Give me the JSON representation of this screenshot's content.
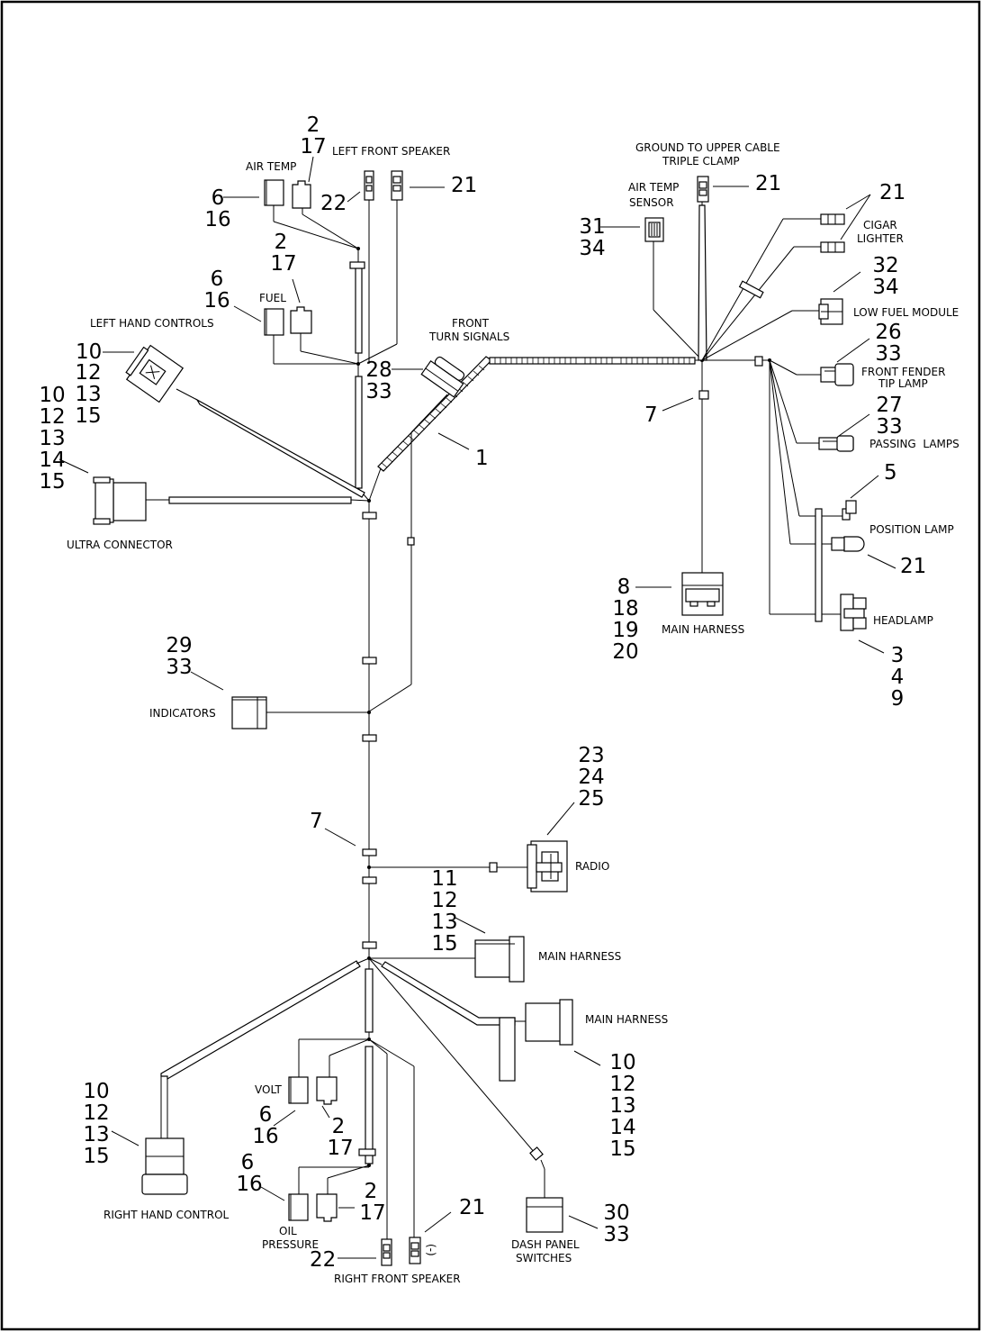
{
  "labels": {
    "left_front_speaker": "LEFT FRONT SPEAKER",
    "air_temp": "AIR TEMP",
    "fuel": "FUEL",
    "left_hand_controls": "LEFT HAND CONTROLS",
    "front_turn_signals_1": "FRONT",
    "front_turn_signals_2": "TURN SIGNALS",
    "ultra_connector": "ULTRA CONNECTOR",
    "indicators": "INDICATORS",
    "ground_1": "GROUND TO UPPER CABLE",
    "ground_2": "TRIPLE CLAMP",
    "air_temp_sensor_1": "AIR TEMP",
    "air_temp_sensor_2": "SENSOR",
    "cigar_1": "CIGAR",
    "cigar_2": "LIGHTER",
    "low_fuel": "LOW FUEL MODULE",
    "front_fender_1": "FRONT FENDER",
    "front_fender_2": "TIP LAMP",
    "passing_lamps": "PASSING  LAMPS",
    "position_lamp": "POSITION LAMP",
    "headlamp": "HEADLAMP",
    "main_harness_top": "MAIN HARNESS",
    "radio": "RADIO",
    "main_harness_mid": "MAIN HARNESS",
    "main_harness_low": "MAIN HARNESS",
    "right_hand_control": "RIGHT HAND CONTROL",
    "volt": "VOLT",
    "oil_1": "OIL",
    "oil_2": "PRESSURE",
    "right_front_speaker": "RIGHT FRONT SPEAKER",
    "dash_1": "DASH PANEL",
    "dash_2": "SWITCHES",
    "minus": "(-)"
  },
  "callouts": {
    "air_temp_conn": [
      "2",
      "17"
    ],
    "air_temp_term": [
      "6",
      "16"
    ],
    "lfs_term": "22",
    "lfs_right": "21",
    "fuel_conn": [
      "2",
      "17"
    ],
    "fuel_term": [
      "6",
      "16"
    ],
    "lhc_a": "10",
    "lhc_b": [
      "12",
      "13",
      "15"
    ],
    "lhc_c": [
      "10",
      "12",
      "13",
      "14",
      "15"
    ],
    "turn_sig": [
      "28",
      "33"
    ],
    "main_trunk": "1",
    "indicators": [
      "29",
      "33"
    ],
    "clip_left": "7",
    "ats": [
      "31",
      "34"
    ],
    "ground": "21",
    "cigar": "21",
    "low_fuel": [
      "32",
      "34"
    ],
    "fender": [
      "26",
      "33"
    ],
    "passing": [
      "27",
      "33"
    ],
    "position_top": "5",
    "position_bot": "21",
    "headlamp": [
      "3",
      "4",
      "9"
    ],
    "clip_right": "7",
    "main_harness_top": [
      "8",
      "18",
      "19",
      "20"
    ],
    "radio": [
      "23",
      "24",
      "25"
    ],
    "main_harness_mid": [
      "11",
      "12",
      "13",
      "15"
    ],
    "main_harness_low": [
      "10",
      "12",
      "13",
      "14",
      "15"
    ],
    "rhc": [
      "10",
      "12",
      "13",
      "15"
    ],
    "volt_term": [
      "6",
      "16"
    ],
    "volt_conn": [
      "2",
      "17"
    ],
    "oil_term": [
      "6",
      "16"
    ],
    "oil_conn": [
      "2",
      "17"
    ],
    "rfs": "22",
    "rfs_minus": "21",
    "dash": [
      "30",
      "33"
    ]
  }
}
